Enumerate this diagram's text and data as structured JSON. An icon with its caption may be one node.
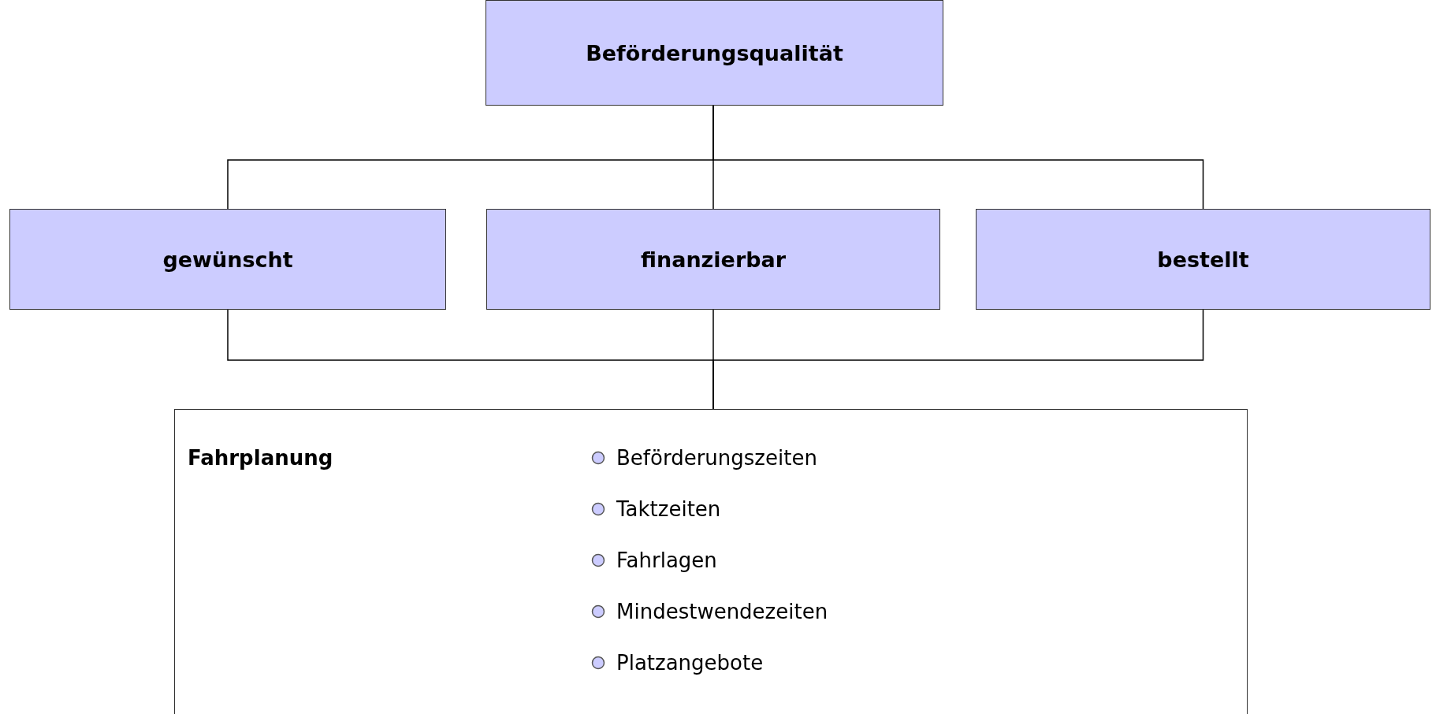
{
  "diagram": {
    "nodes": [
      {
        "text": [
          "Beförderungsqualität"
        ]
      },
      {
        "text": [
          "gewünscht"
        ]
      },
      {
        "text": [
          "finanzierbar"
        ]
      },
      {
        "text": [
          "bestellt"
        ]
      },
      {
        "text": [
          "Fahrplanung",
          "Beförderungszeiten",
          "Taktzeiten",
          "Fahrlagen",
          "Mindestwendezeiten",
          "Platzangebote"
        ]
      }
    ],
    "edges": [
      {
        "from": 0,
        "to": 1,
        "arrow": "none"
      },
      {
        "from": 0,
        "to": 2,
        "arrow": "none"
      },
      {
        "from": 0,
        "to": 3,
        "arrow": "none"
      },
      {
        "from": 1,
        "to": 4,
        "arrow": "none"
      },
      {
        "from": 2,
        "to": 4,
        "arrow": "none"
      },
      {
        "from": 3,
        "to": 4,
        "arrow": "none"
      }
    ]
  }
}
